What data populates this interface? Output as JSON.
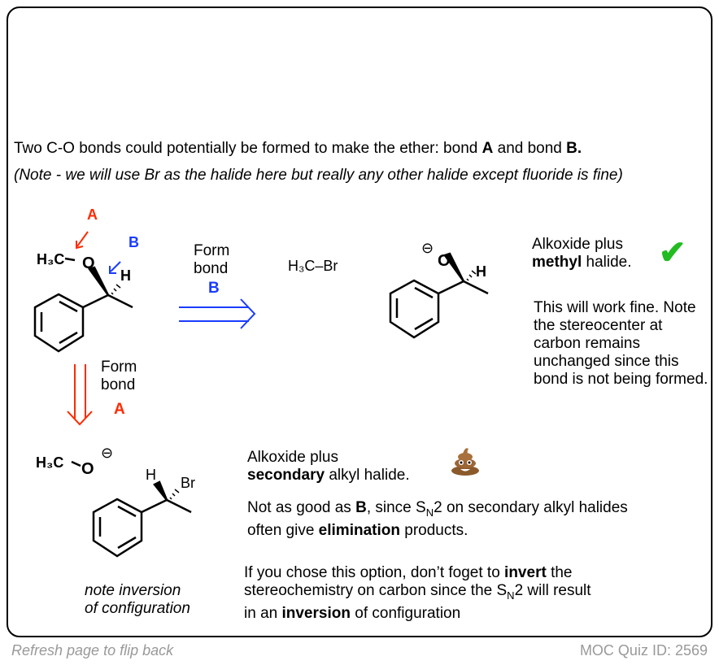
{
  "intro": {
    "line1_pre": "Two C-O bonds could potentially be formed to make the ether: bond ",
    "bond_a": "A",
    "line1_mid": " and bond ",
    "bond_b": "B.",
    "note": "(Note - we will use Br as the halide here but really any other halide except fluoride is fine)"
  },
  "labels": {
    "a": "A",
    "b": "B",
    "h3c": "H₃C",
    "o": "O",
    "h": "H",
    "br": "Br",
    "ch3br": "H₃C–Br",
    "minus": "⊖"
  },
  "arrow_b": {
    "line1": "Form",
    "line2": "bond",
    "letter": "B"
  },
  "arrow_a": {
    "line1": "Form",
    "line2": "bond",
    "letter": "A"
  },
  "option_b": {
    "title_pre": "Alkoxide plus",
    "title_bold": "methyl",
    "title_post": " halide.",
    "icon": "checkmark-icon",
    "icon_glyph": "✔",
    "desc": "This will work fine. Note the stereocenter at carbon remains unchanged since this bond is not being formed."
  },
  "option_a": {
    "title_pre": "Alkoxide plus",
    "title_bold": "secondary",
    "title_post": " alkyl halide.",
    "icon": "poop-icon",
    "desc_1": "Not as good as ",
    "desc_b": "B",
    "desc_2": ", since S",
    "sub_n": "N",
    "desc_3": "2 on secondary alkyl halides",
    "desc_4": "often give ",
    "desc_elim": "elimination",
    "desc_5": " products.",
    "inv_1": "If you chose this option, don’t foget to ",
    "inv_bold": "invert",
    "inv_2": " the",
    "inv_3": "stereochemistry on carbon since the S",
    "inv_4": "2 will result",
    "inv_5": "in an ",
    "inv_bold2": "inversion",
    "inv_6": " of configuration",
    "note_line1": "note inversion",
    "note_line2": "of configuration"
  },
  "footer": {
    "left": "Refresh page to flip back",
    "right": "MOC Quiz ID: 2569"
  },
  "colors": {
    "red": "#ff2a00",
    "blue": "#1a3cff",
    "green": "#22bb22"
  }
}
